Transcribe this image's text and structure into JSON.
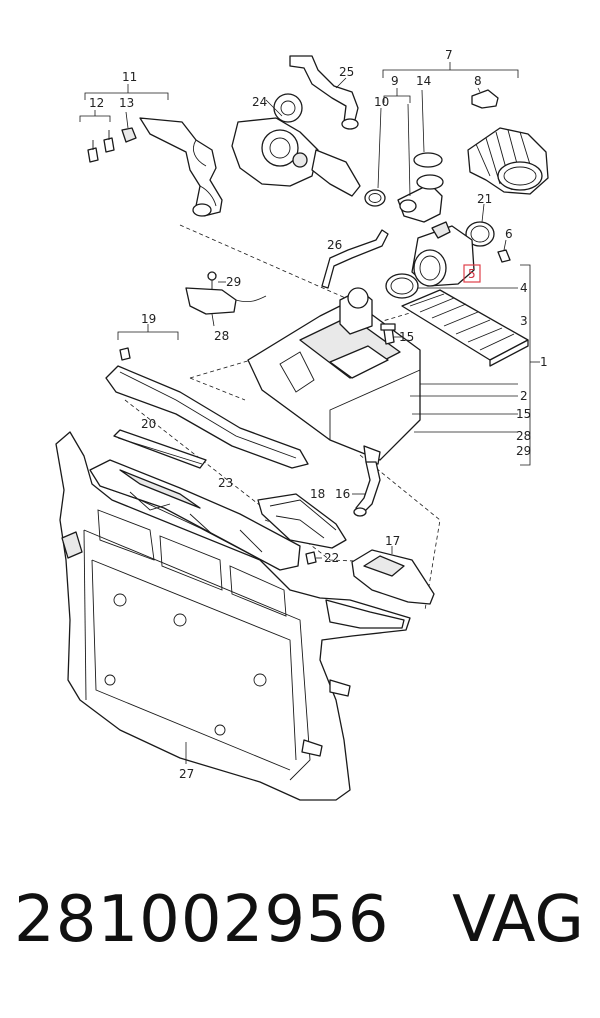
{
  "labels": {
    "l1": "1",
    "l2": "2",
    "l3": "3",
    "l4": "4",
    "l5": "5",
    "l6": "6",
    "l7": "7",
    "l8": "8",
    "l9": "9",
    "l10": "10",
    "l11": "11",
    "l12": "12",
    "l13": "13",
    "l14": "14",
    "l15a": "15",
    "l15b": "15",
    "l16": "16",
    "l17": "17",
    "l18": "18",
    "l19": "19",
    "l20": "20",
    "l21": "21",
    "l22": "22",
    "l23": "23",
    "l24": "24",
    "l25": "25",
    "l26": "26",
    "l27": "27",
    "l28a": "28",
    "l28b": "28",
    "l29a": "29",
    "l29b": "29"
  },
  "highlight_color": "#e0404a",
  "footer": {
    "part_number": "281002956",
    "brand": "VAG"
  }
}
